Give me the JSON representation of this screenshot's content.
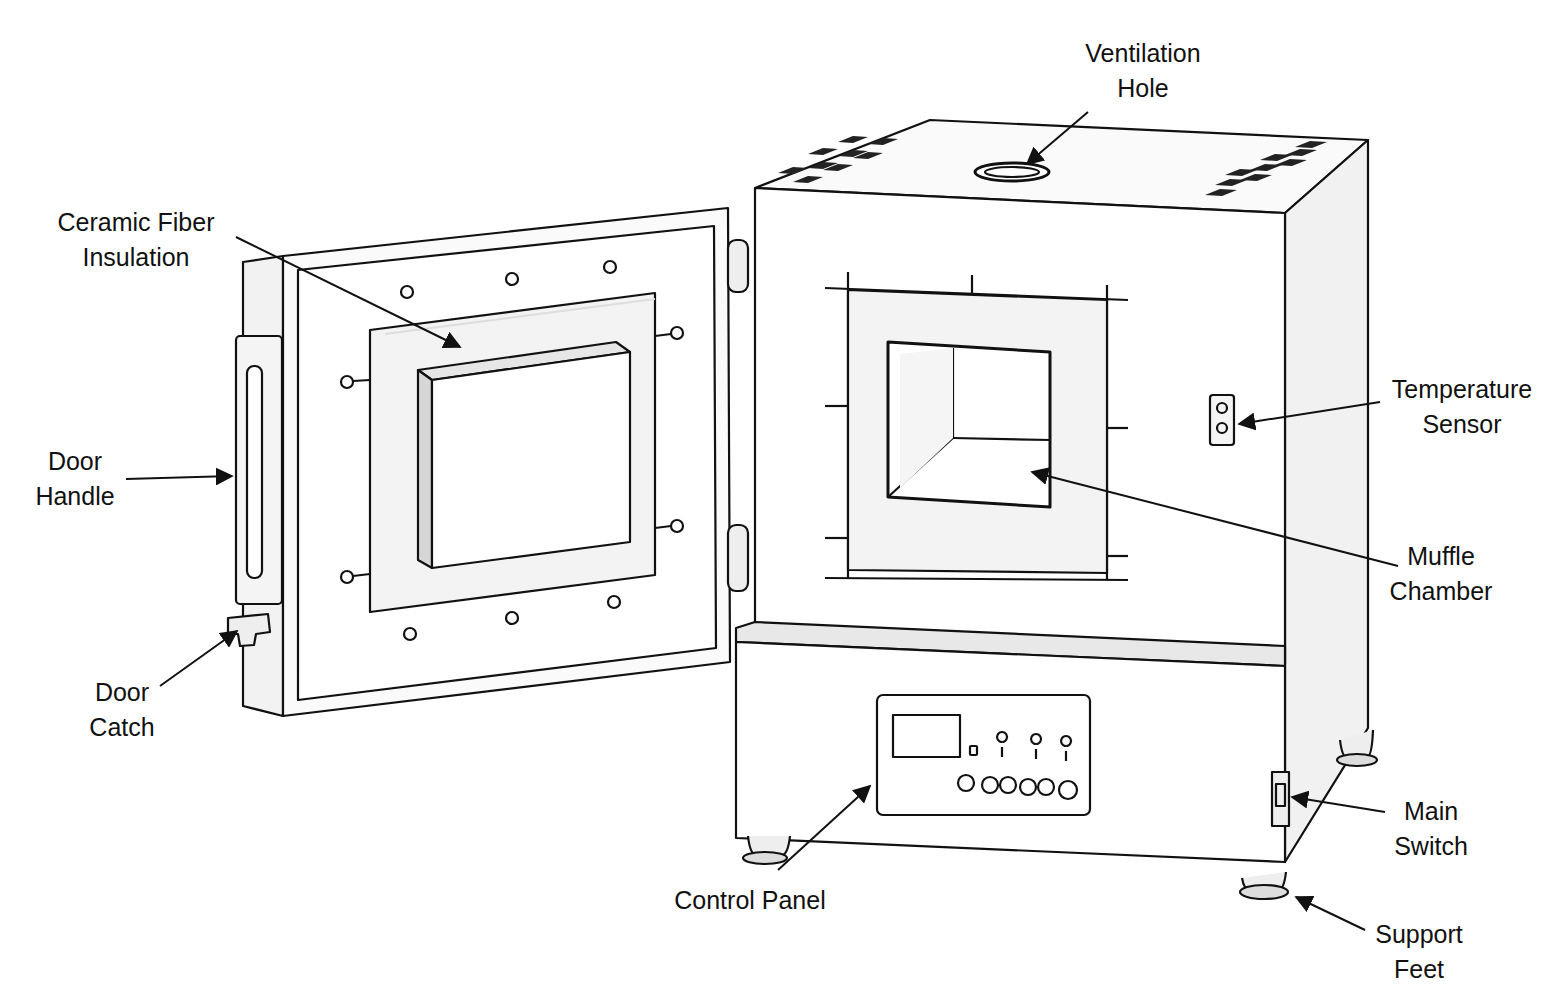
{
  "diagram": {
    "labels": [
      "Ventilation Hole",
      "Ceramic Fiber Insulation",
      "Temperature Sensor",
      "Door Handle",
      "Muffle Chamber",
      "Door Catch",
      "Main Switch",
      "Control Panel",
      "Support Feet"
    ]
  }
}
